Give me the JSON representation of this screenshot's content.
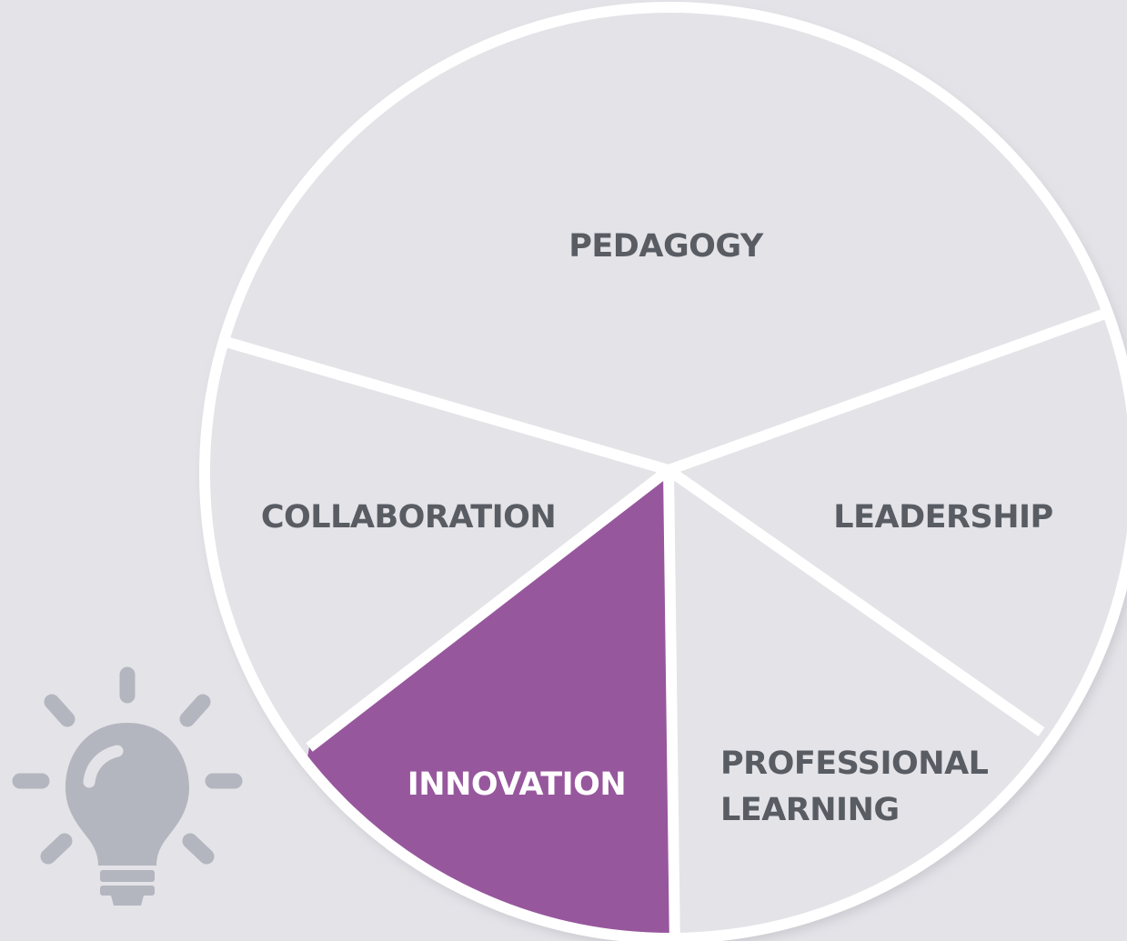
{
  "colors": {
    "background": "#e3e3e8",
    "segment_fill": "#e3e3e8",
    "highlight_fill": "#97579d",
    "divider": "#ffffff",
    "label_text": "#595c63",
    "highlight_text": "#ffffff",
    "icon": "#b4b6bf"
  },
  "segments": [
    {
      "id": "pedagogy",
      "lines": [
        "PEDAGOGY"
      ],
      "highlighted": false
    },
    {
      "id": "leadership",
      "lines": [
        "LEADERSHIP"
      ],
      "highlighted": false
    },
    {
      "id": "professional-learning",
      "lines": [
        "PROFESSIONAL",
        "LEARNING"
      ],
      "highlighted": false
    },
    {
      "id": "innovation",
      "lines": [
        "INNOVATION"
      ],
      "highlighted": true
    },
    {
      "id": "collaboration",
      "lines": [
        "COLLABORATION"
      ],
      "highlighted": false
    }
  ],
  "icon": {
    "name": "lightbulb-icon"
  }
}
